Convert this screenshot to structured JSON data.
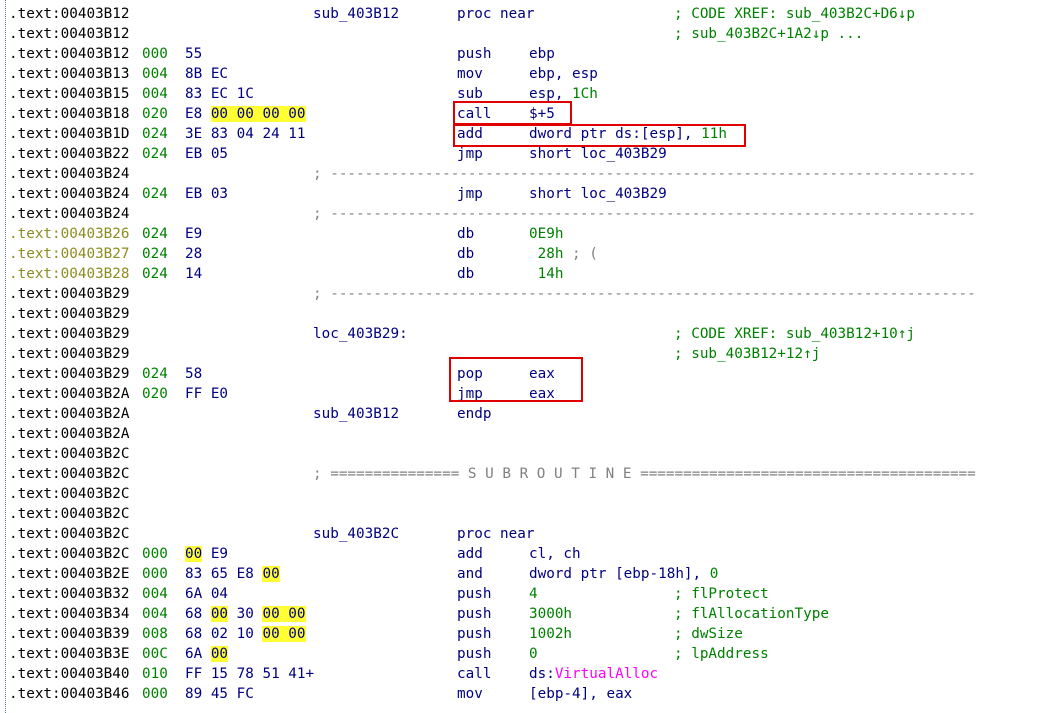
{
  "listing": {
    "lines": [
      {
        "addr": ".text:00403B12",
        "label": "sub_403B12",
        "mnem": "proc near",
        "cmt": "; CODE XREF: sub_403B2C+D6↓p"
      },
      {
        "addr": ".text:00403B12",
        "cmt": "; sub_403B2C+1A2↓p ..."
      },
      {
        "addr": ".text:00403B12",
        "sp": "000",
        "bytes": "55",
        "mnem": "push",
        "ops": "ebp"
      },
      {
        "addr": ".text:00403B13",
        "sp": "004",
        "bytes": "8B EC",
        "mnem": "mov",
        "ops": "ebp, esp"
      },
      {
        "addr": ".text:00403B15",
        "sp": "004",
        "bytes": "83 EC 1C",
        "mnem": "sub",
        "ops": "esp, ",
        "imm": "1Ch"
      },
      {
        "addr": ".text:00403B18",
        "sp": "020",
        "bytes_pre": "E8 ",
        "bytes_hl": "00 00 00 00",
        "mnem": "call",
        "ops": "$+5"
      },
      {
        "addr": ".text:00403B1D",
        "sp": "024",
        "bytes": "3E 83 04 24 11",
        "mnem": "add",
        "ops": "dword ptr ds:[esp], ",
        "imm": "11h"
      },
      {
        "addr": ".text:00403B22",
        "sp": "024",
        "bytes": "EB 05",
        "mnem": "jmp",
        "ops": "short loc_403B29"
      },
      {
        "addr": ".text:00403B24",
        "sep": "; ---------------------------------------------------------------------------"
      },
      {
        "addr": ".text:00403B24",
        "sp": "024",
        "bytes": "EB 03",
        "mnem": "jmp",
        "ops": "short loc_403B29"
      },
      {
        "addr": ".text:00403B24",
        "sep": "; ---------------------------------------------------------------------------"
      },
      {
        "addr": ".text:00403B26",
        "dim": true,
        "sp": "024",
        "bytes": "E9",
        "mnem": "db",
        "ops": "",
        "imm": "0E9h"
      },
      {
        "addr": ".text:00403B27",
        "dim": true,
        "sp": "024",
        "bytes": "28",
        "mnem": "db",
        "ops": " ",
        "imm": "28h",
        "inline": " ; ("
      },
      {
        "addr": ".text:00403B28",
        "dim": true,
        "sp": "024",
        "bytes": "14",
        "mnem": "db",
        "ops": " ",
        "imm": "14h"
      },
      {
        "addr": ".text:00403B29",
        "sep": "; ---------------------------------------------------------------------------"
      },
      {
        "addr": ".text:00403B29"
      },
      {
        "addr": ".text:00403B29",
        "label": "loc_403B29:",
        "cmt": "; CODE XREF: sub_403B12+10↑j"
      },
      {
        "addr": ".text:00403B29",
        "cmt": "; sub_403B12+12↑j"
      },
      {
        "addr": ".text:00403B29",
        "sp": "024",
        "bytes": "58",
        "mnem": "pop",
        "ops": "eax"
      },
      {
        "addr": ".text:00403B2A",
        "sp": "020",
        "bytes": "FF E0",
        "mnem": "jmp",
        "ops": "eax"
      },
      {
        "addr": ".text:00403B2A",
        "label": "sub_403B12",
        "mnem": "endp"
      },
      {
        "addr": ".text:00403B2A"
      },
      {
        "addr": ".text:00403B2C"
      },
      {
        "addr": ".text:00403B2C",
        "sep_big": "; =============== S U B R O U T I N E ======================================="
      },
      {
        "addr": ".text:00403B2C"
      },
      {
        "addr": ".text:00403B2C"
      },
      {
        "addr": ".text:00403B2C",
        "label": "sub_403B2C",
        "mnem": "proc near"
      },
      {
        "addr": ".text:00403B2C",
        "sp": "000",
        "bytes_hl_first": "00",
        "bytes_post": " E9",
        "mnem": "add",
        "ops": "cl, ch"
      },
      {
        "addr": ".text:00403B2E",
        "sp": "000",
        "bytes_pre": "83 65 E8 ",
        "bytes_hl": "00",
        "mnem": "and",
        "ops": "dword ptr [ebp-18h], ",
        "imm": "0"
      },
      {
        "addr": ".text:00403B32",
        "sp": "004",
        "bytes": "6A 04",
        "mnem": "push",
        "ops": "",
        "imm": "4",
        "cmt": "; flProtect"
      },
      {
        "addr": ".text:00403B34",
        "sp": "004",
        "bytes_pre": "68 ",
        "bytes_hl": "00",
        "bytes_post": " 30 ",
        "bytes_hl2": "00 00",
        "mnem": "push",
        "ops": "",
        "imm": "3000h",
        "cmt": "; flAllocationType"
      },
      {
        "addr": ".text:00403B39",
        "sp": "008",
        "bytes_pre": "68 02 10 ",
        "bytes_hl": "00 00",
        "mnem": "push",
        "ops": "",
        "imm": "1002h",
        "cmt": "; dwSize"
      },
      {
        "addr": ".text:00403B3E",
        "sp": "00C",
        "bytes_pre": "6A ",
        "bytes_hl": "00",
        "mnem": "push",
        "ops": "",
        "imm": "0",
        "cmt": "; lpAddress"
      },
      {
        "addr": ".text:00403B40",
        "sp": "010",
        "bytes": "FF 15 78 51 41+",
        "mnem": "call",
        "ops": "ds:",
        "api": "VirtualAlloc"
      },
      {
        "addr": ".text:00403B46",
        "sp": "000",
        "bytes": "89 45 FC",
        "mnem": "mov",
        "ops": "[ebp-4], eax"
      }
    ]
  },
  "highlight_color": "#e00000",
  "zero_byte_highlight": "#ffff33"
}
